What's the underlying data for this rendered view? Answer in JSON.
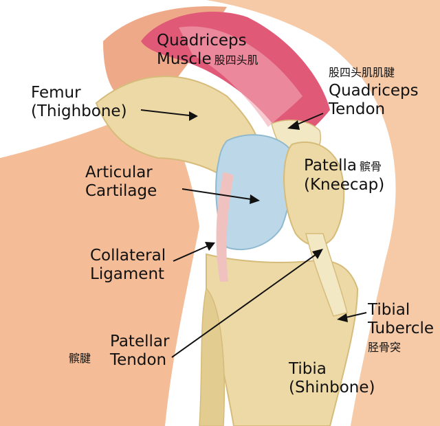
{
  "colors": {
    "skin": "#f7caa7",
    "skin_shadow": "#eaa27e",
    "bone": "#ecd9a5",
    "bone_shadow": "#d6bb7a",
    "muscle": "#e05a78",
    "muscle_light": "#f2a7b4",
    "tendon": "#f3e8c4",
    "cartilage": "#bcd8e8",
    "cartilage_edge": "#8fb9cf",
    "ligament": "#f0c2bf",
    "text": "#111111"
  },
  "labels": {
    "quadriceps_muscle": {
      "line1": "Quadriceps",
      "line2": "Muscle",
      "cn": "股四头肌"
    },
    "quadriceps_tendon": {
      "cn": "股四头肌肌腱",
      "line1": "Quadriceps",
      "line2": "Tendon"
    },
    "femur": {
      "line1": "Femur",
      "line2": "(Thighbone)"
    },
    "articular_cartilage": {
      "line1": "Articular",
      "line2": "Cartilage"
    },
    "patella": {
      "line1": "Patella",
      "cn": "髌骨",
      "line2": "(Kneecap)"
    },
    "collateral_ligament": {
      "line1": "Collateral",
      "line2": "Ligament"
    },
    "tibial_tubercle": {
      "line1": "Tibial",
      "line2": "Tubercle",
      "cn": "胫骨突"
    },
    "patellar_tendon": {
      "cn": "髌腱",
      "line1": "Patellar",
      "line2": "Tendon"
    },
    "tibia": {
      "line1": "Tibia",
      "line2": "(Shinbone)"
    }
  }
}
